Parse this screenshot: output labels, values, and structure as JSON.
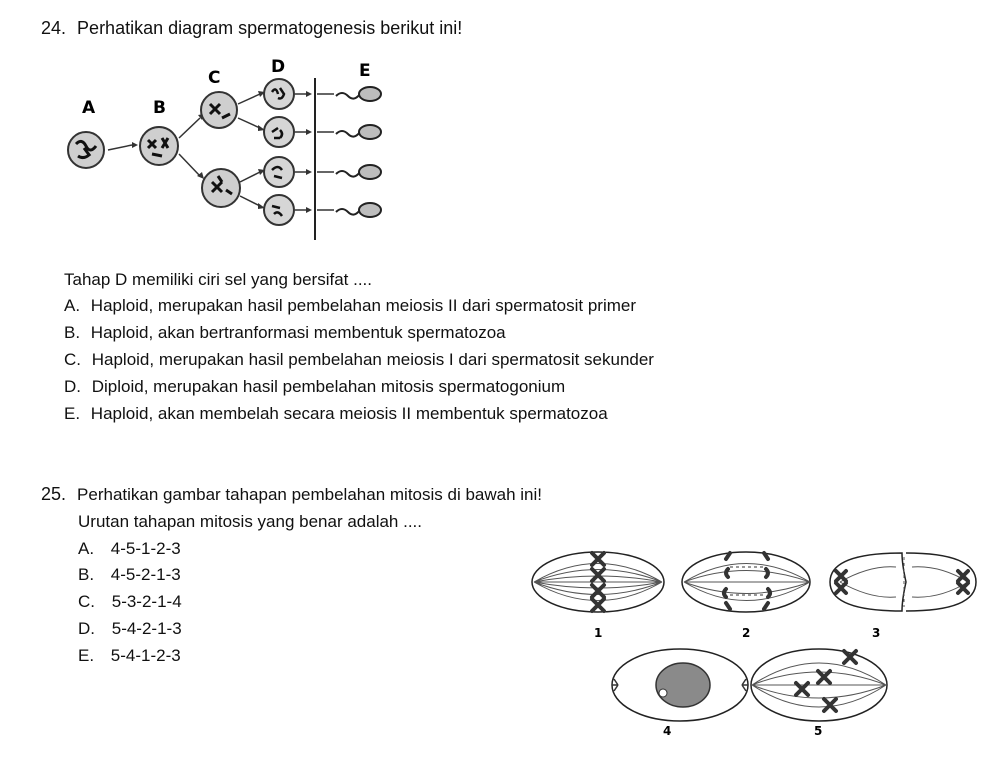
{
  "q24": {
    "number": "24.",
    "prompt": "Perhatikan diagram spermatogenesis berikut ini!",
    "stage_labels": {
      "a": "A",
      "b": "B",
      "c": "C",
      "d": "D",
      "e": "E"
    },
    "question": "Tahap D memiliki ciri sel yang bersifat ....",
    "options": [
      {
        "letter": "A.",
        "text": "Haploid, merupakan hasil pembelahan meiosis II dari spermatosit primer"
      },
      {
        "letter": "B.",
        "text": "Haploid, akan bertranformasi membentuk spermatozoa"
      },
      {
        "letter": "C.",
        "text": "Haploid, merupakan hasil pembelahan meiosis I dari spermatosit sekunder"
      },
      {
        "letter": "D.",
        "text": "Diploid, merupakan hasil pembelahan mitosis spermatogonium"
      },
      {
        "letter": "E.",
        "text": "Haploid, akan membelah secara meiosis II membentuk spermatozoa"
      }
    ]
  },
  "q25": {
    "number": "25.",
    "prompt": "Perhatikan gambar tahapan pembelahan mitosis di bawah ini!",
    "question": "Urutan tahapan mitosis yang benar adalah ....",
    "options": [
      {
        "letter": "A.",
        "text": "4-5-1-2-3"
      },
      {
        "letter": "B.",
        "text": "4-5-2-1-3"
      },
      {
        "letter": "C.",
        "text": "5-3-2-1-4"
      },
      {
        "letter": "D.",
        "text": "5-4-2-1-3"
      },
      {
        "letter": "E.",
        "text": "5-4-1-2-3"
      }
    ],
    "figure_numbers": [
      "1",
      "2",
      "3",
      "4",
      "5"
    ]
  }
}
